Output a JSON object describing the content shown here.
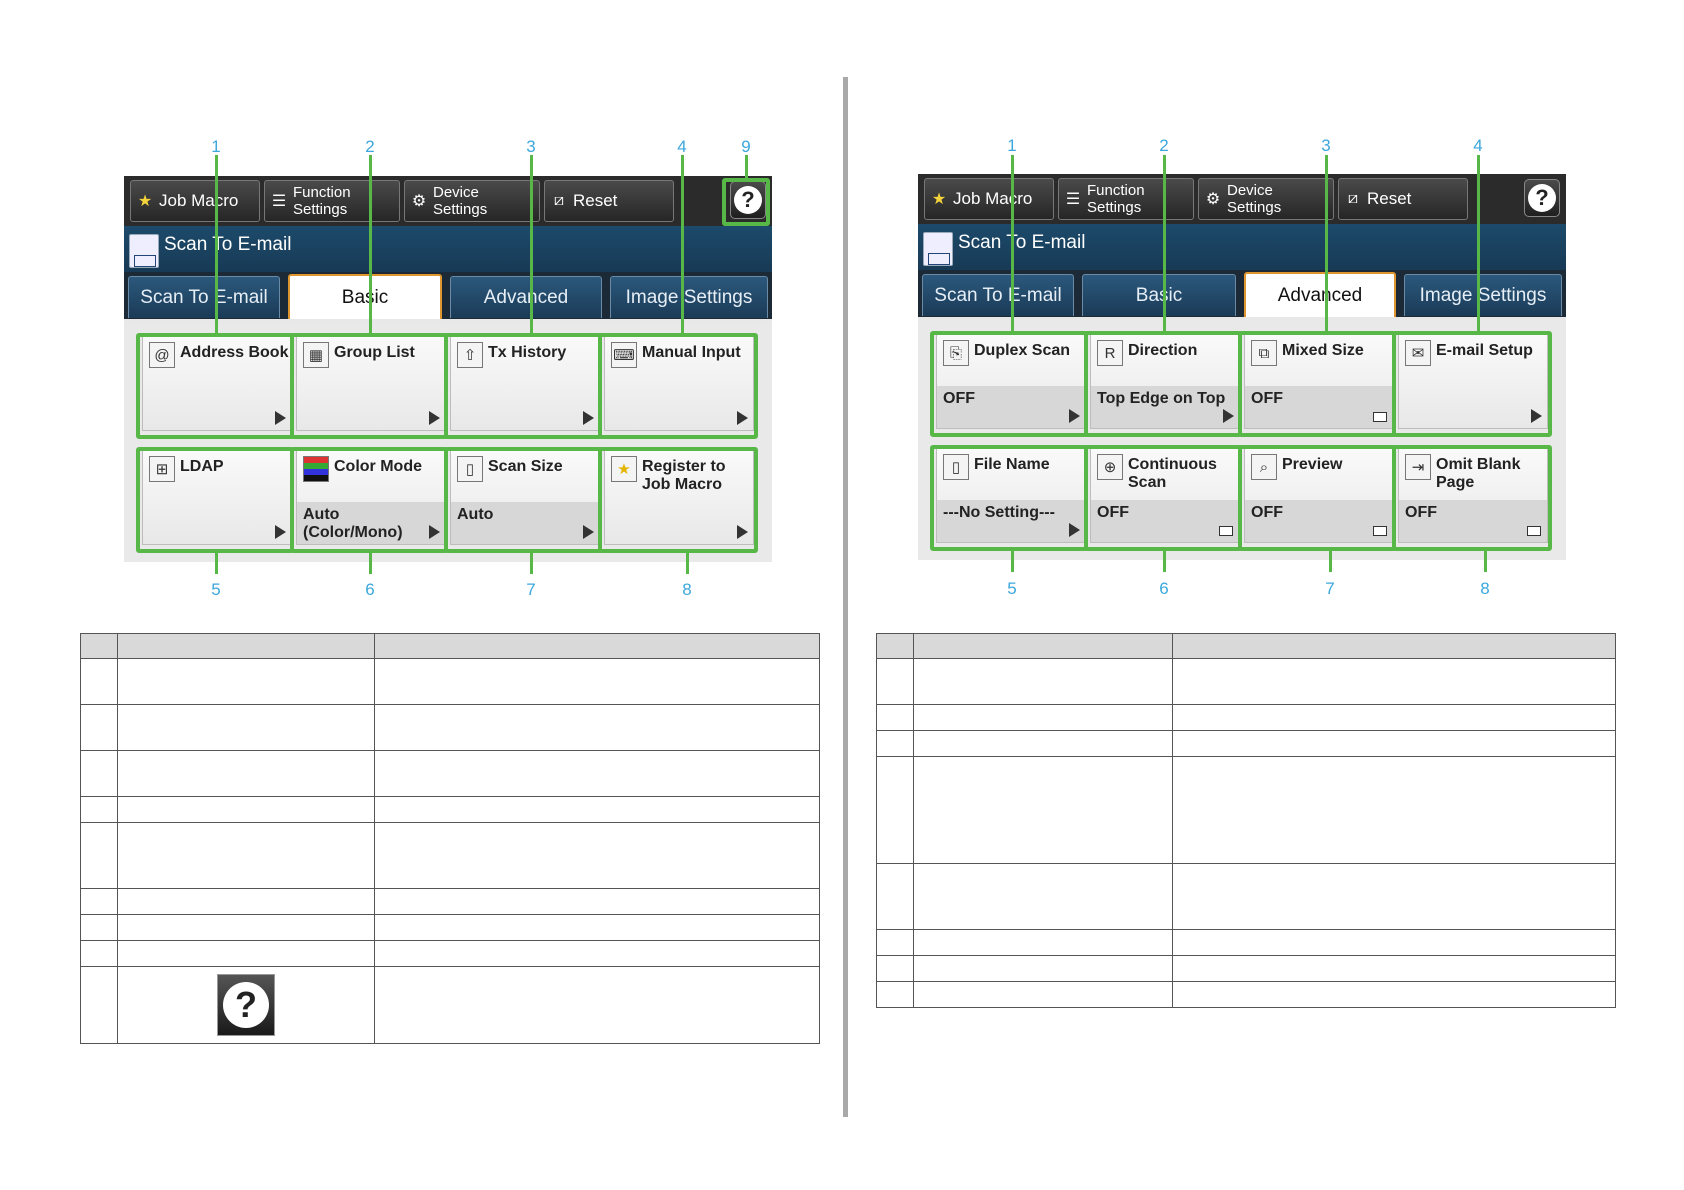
{
  "left": {
    "toolbar": {
      "job_macro": "Job Macro",
      "function_settings": [
        "Function",
        "Settings"
      ],
      "device_settings": [
        "Device",
        "Settings"
      ],
      "reset": "Reset",
      "help": "?"
    },
    "title": "Scan To E-mail",
    "tabs": [
      "Scan To E-mail",
      "Basic",
      "Advanced",
      "Image Settings"
    ],
    "active_tab": "Basic",
    "buttons": [
      {
        "label": "Address Book",
        "value": "",
        "icon": "address-book-icon"
      },
      {
        "label": "Group List",
        "value": "",
        "icon": "group-list-icon"
      },
      {
        "label": "Tx History",
        "value": "",
        "icon": "upload-icon"
      },
      {
        "label": "Manual Input",
        "value": "",
        "icon": "keyboard-icon"
      },
      {
        "label": "LDAP",
        "value": "",
        "icon": "ldap-tree-icon"
      },
      {
        "label": "Color Mode",
        "value": "Auto (Color/Mono)",
        "icon": "color-bars-icon"
      },
      {
        "label": "Scan Size",
        "value": "Auto",
        "icon": "page-icon"
      },
      {
        "label": "Register to Job Macro",
        "value": "",
        "icon": "star-plus-icon"
      }
    ],
    "callouts": [
      "1",
      "2",
      "3",
      "4",
      "9",
      "5",
      "6",
      "7",
      "8"
    ]
  },
  "right": {
    "toolbar": {
      "job_macro": "Job Macro",
      "function_settings": [
        "Function",
        "Settings"
      ],
      "device_settings": [
        "Device",
        "Settings"
      ],
      "reset": "Reset",
      "help": "?"
    },
    "title": "Scan To E-mail",
    "tabs": [
      "Scan To E-mail",
      "Basic",
      "Advanced",
      "Image Settings"
    ],
    "active_tab": "Advanced",
    "buttons": [
      {
        "label": "Duplex Scan",
        "value": "OFF",
        "icon": "duplex-icon"
      },
      {
        "label": "Direction",
        "value": "Top Edge on Top",
        "icon": "direction-icon"
      },
      {
        "label": "Mixed Size",
        "value": "OFF",
        "icon": "mixed-size-icon"
      },
      {
        "label": "E-mail Setup",
        "value": "",
        "icon": "email-gear-icon"
      },
      {
        "label": "File Name",
        "value": "---No Setting---",
        "icon": "file-icon"
      },
      {
        "label": "Continuous Scan",
        "value": "OFF",
        "icon": "continuous-scan-icon"
      },
      {
        "label": "Preview",
        "value": "OFF",
        "icon": "preview-icon"
      },
      {
        "label": "Omit Blank Page",
        "value": "OFF",
        "icon": "omit-blank-icon"
      }
    ],
    "callouts": [
      "1",
      "2",
      "3",
      "4",
      "5",
      "6",
      "7",
      "8"
    ]
  },
  "colors": {
    "highlight": "#58b847",
    "callout_text": "#3ba7dc",
    "active_tab_border": "#e0962f"
  }
}
